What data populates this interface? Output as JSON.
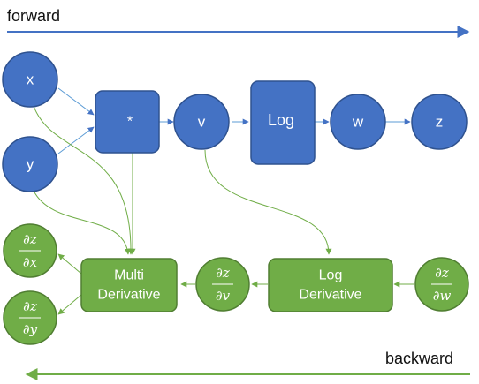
{
  "labels": {
    "forward": "forward",
    "backward": "backward"
  },
  "forward_nodes": {
    "x": "x",
    "y": "y",
    "multiply": "*",
    "v": "v",
    "log": "Log",
    "w": "w",
    "z": "z"
  },
  "backward_nodes": {
    "multi_derivative": {
      "line1": "Multi",
      "line2": "Derivative"
    },
    "log_derivative": {
      "line1": "Log",
      "line2": "Derivative"
    }
  },
  "partials": {
    "dz_dx": {
      "num": "∂z",
      "den": "∂x"
    },
    "dz_dy": {
      "num": "∂z",
      "den": "∂y"
    },
    "dz_dv": {
      "num": "∂z",
      "den": "∂v"
    },
    "dz_dw": {
      "num": "∂z",
      "den": "∂w"
    }
  },
  "colors": {
    "forward": "#4472C4",
    "forward_stroke": "#2F528F",
    "backward": "#70AD47",
    "backward_stroke": "#507E32"
  }
}
